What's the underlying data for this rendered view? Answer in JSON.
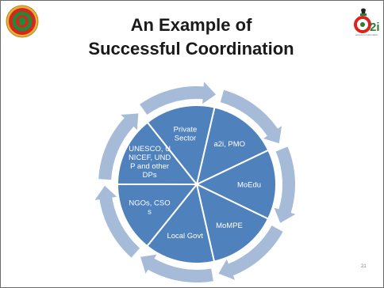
{
  "slide": {
    "title_line1": "An Example of",
    "title_line2": "Successful Coordination",
    "page_number": "21"
  },
  "logos": {
    "left": "bangladesh-government-seal",
    "right": "a2i-logo",
    "right_text": "a2i"
  },
  "diagram": {
    "type": "cycle",
    "segments": [
      {
        "lines": [
          "a2i, PMO"
        ]
      },
      {
        "lines": [
          "MoEdu"
        ]
      },
      {
        "lines": [
          "MoMPE"
        ]
      },
      {
        "lines": [
          "Local Govt"
        ]
      },
      {
        "lines": [
          "NGOs, CSO",
          "s"
        ]
      },
      {
        "lines": [
          "UNESCO, U",
          "NICEF, UND",
          "P and other",
          "DPs"
        ]
      },
      {
        "lines": [
          "Private",
          "Sector"
        ]
      }
    ]
  },
  "colors": {
    "segment_fill": "#4f81bd",
    "segment_border": "#ffffff",
    "arrow_fill": "#a6bbd8",
    "title_text": "#1a1a1a",
    "seal_red": "#d7261e",
    "seal_green": "#1f8a3a",
    "seal_gold": "#e8b23a"
  }
}
